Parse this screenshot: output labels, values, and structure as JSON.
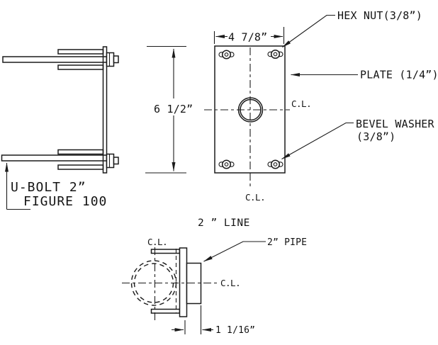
{
  "drawing": {
    "figure_title": "FIGURE 100",
    "bottom_title": "2 ” LINE",
    "labels": {
      "hex_nut": "HEX NUT(3/8”)",
      "plate": "PLATE (1/4”)",
      "bevel_washer_line1": "BEVEL WASHER",
      "bevel_washer_line2": "(3/8”)",
      "u_bolt": "U-BOLT 2”",
      "pipe": "2” PIPE",
      "centerline": "C.L."
    },
    "dimensions": {
      "plate_width": "4 7/8”",
      "plate_height": "6 1/2”",
      "pipe_offset": "1 1/16”"
    },
    "colors": {
      "line": "#1b1b1b",
      "background": "#ffffff"
    }
  }
}
